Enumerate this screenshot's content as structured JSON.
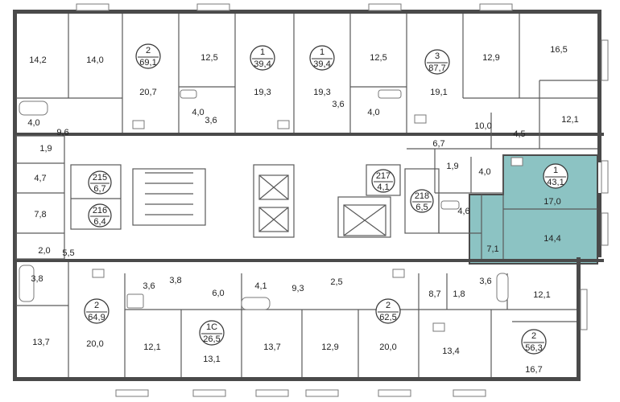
{
  "colors": {
    "highlight": "#8cc3c3",
    "walls": "#4a4a4a"
  },
  "apartments": [
    {
      "rooms": "2",
      "area": "69,1"
    },
    {
      "rooms": "1",
      "area": "39,4"
    },
    {
      "rooms": "1",
      "area": "39,4"
    },
    {
      "rooms": "3",
      "area": "87,7"
    },
    {
      "rooms": "1",
      "area": "43,1"
    },
    {
      "rooms": "2",
      "area": "64,9"
    },
    {
      "rooms": "1С",
      "area": "26,5"
    },
    {
      "rooms": "2",
      "area": "62,5"
    },
    {
      "rooms": "2",
      "area": "56,3"
    }
  ],
  "service_rooms": [
    {
      "number": "215",
      "area": "6,7"
    },
    {
      "number": "216",
      "area": "6,4"
    },
    {
      "number": "217",
      "area": "4,1"
    },
    {
      "number": "218",
      "area": "6,5"
    }
  ],
  "room_areas": [
    "14,2",
    "14,0",
    "20,7",
    "12,5",
    "19,3",
    "19,3",
    "12,5",
    "19,1",
    "12,9",
    "16,5",
    "4,0",
    "3,6",
    "3,6",
    "4,0",
    "10,0",
    "4,5",
    "12,1",
    "4,0",
    "9,6",
    "1,9",
    "6,7",
    "1,9",
    "4,0",
    "17,0",
    "4,7",
    "4,6",
    "7,8",
    "14,4",
    "7,1",
    "2,0",
    "5,5",
    "3,8",
    "3,6",
    "3,8",
    "6,0",
    "4,1",
    "9,3",
    "2,5",
    "8,7",
    "1,8",
    "3,6",
    "12,1",
    "13,7",
    "20,0",
    "12,1",
    "13,1",
    "13,7",
    "12,9",
    "20,0",
    "13,4",
    "16,7"
  ]
}
